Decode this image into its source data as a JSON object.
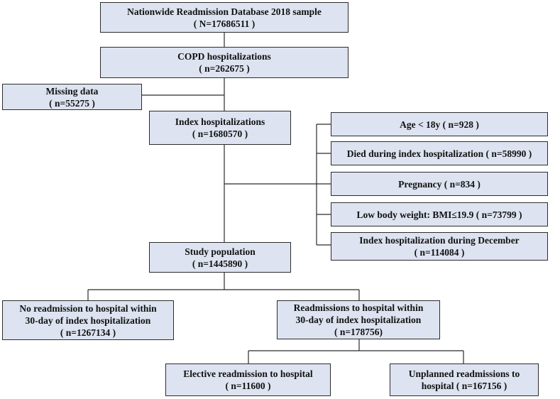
{
  "boxes": {
    "nrd_sample": {
      "line1": "Nationwide Readmission Database 2018 sample",
      "line2": "( N=17686511 )"
    },
    "copd": {
      "line1": "COPD hospitalizations",
      "line2": "( n=262675 )"
    },
    "missing": {
      "line1": "Missing data",
      "line2": "( n=55275 )"
    },
    "index": {
      "line1": "Index hospitalizations",
      "line2": "( n=1680570 )"
    },
    "exclusions": [
      {
        "line1": "Age < 18y ( n=928 )"
      },
      {
        "line1": "Died during index hospitalization ( n=58990 )"
      },
      {
        "line1": "Pregnancy ( n=834 )"
      },
      {
        "line1": "Low body weight: BMI≤19.9 ( n=73799 )"
      },
      {
        "line1": "Index hospitalization during December",
        "line2": "( n=114084 )"
      }
    ],
    "study": {
      "line1": "Study population",
      "line2": "( n=1445890 )"
    },
    "no_readmit": {
      "line1": "No readmission to hospital within",
      "line2": "30-day of index hospitalization",
      "line3": "( n=1267134 )"
    },
    "readmit": {
      "line1": "Readmissions to hospital within",
      "line2": "30-day of index hospitalization",
      "line3": "( n=178756)"
    },
    "elective": {
      "line1": "Elective readmission to hospital",
      "line2": "( n=11600 )"
    },
    "unplanned": {
      "line1": "Unplanned readmissions to",
      "line2": "hospital ( n=167156 )"
    }
  }
}
